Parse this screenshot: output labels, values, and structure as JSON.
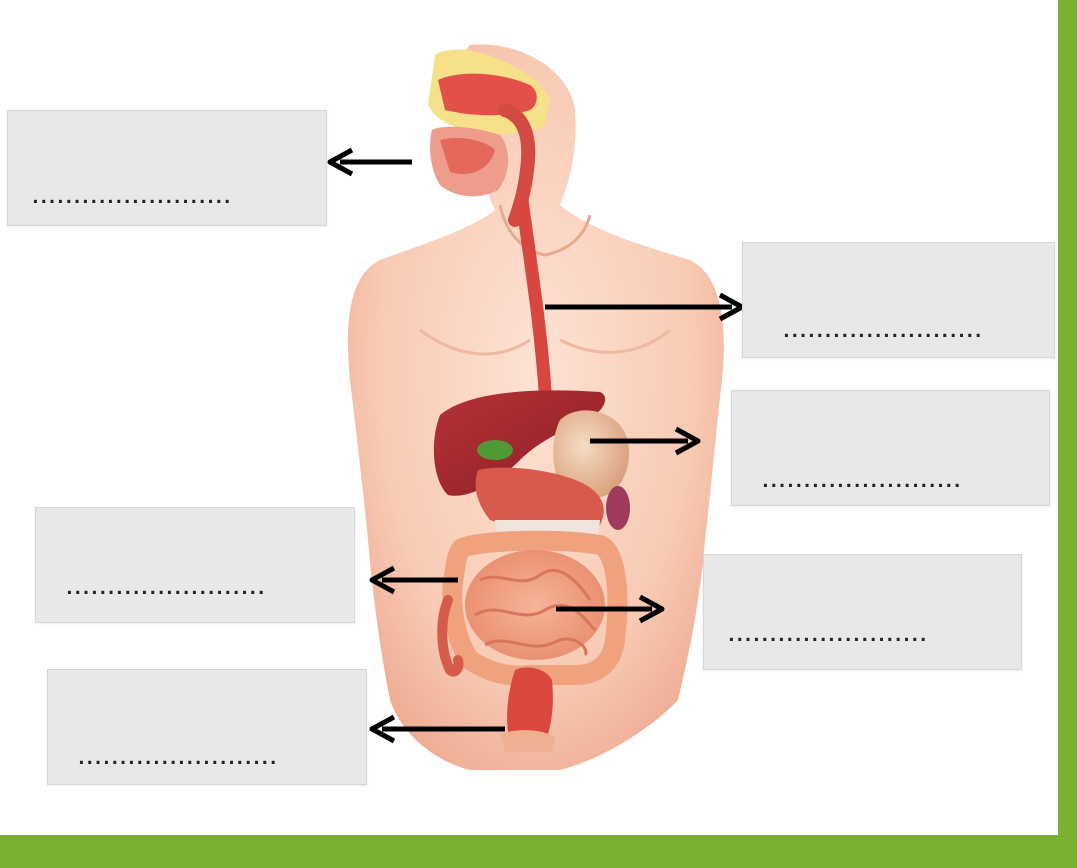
{
  "labels": [
    {
      "id": "mouth",
      "placeholder": "........................"
    },
    {
      "id": "esophagus",
      "placeholder": "........................"
    },
    {
      "id": "stomach",
      "placeholder": "........................"
    },
    {
      "id": "large-intestine",
      "placeholder": "........................"
    },
    {
      "id": "small-intestine",
      "placeholder": "........................"
    },
    {
      "id": "rectum",
      "placeholder": "........................"
    }
  ],
  "colors": {
    "frame": "#7cb02f",
    "box": "#e8e8e8",
    "skin": "#f7cdb8",
    "organ": "#d9473f",
    "liver": "#a42a2e",
    "intestine": "#f1a383"
  }
}
